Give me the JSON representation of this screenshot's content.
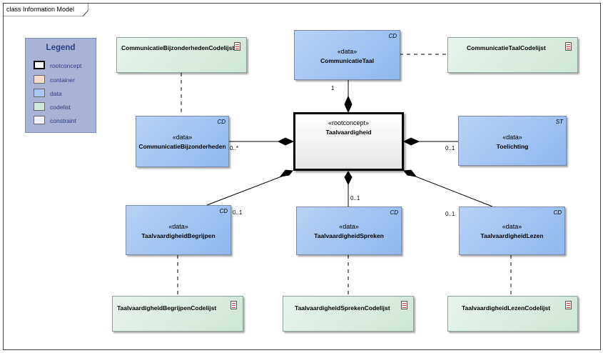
{
  "frame": {
    "title": "class Information Model"
  },
  "legend": {
    "title": "Legend",
    "items": [
      {
        "label": "rootconcept",
        "color": "#ffffff"
      },
      {
        "label": "container",
        "color": "#f5dcc8"
      },
      {
        "label": "data",
        "color": "#a6c8f2"
      },
      {
        "label": "codelist",
        "color": "#cfe8d8"
      },
      {
        "label": "constraint",
        "color": "#f2f2fa"
      }
    ]
  },
  "root": {
    "stereotype": "«rootconcept»",
    "name": "Taalvaardigheid"
  },
  "classes": {
    "communicatie_taal": {
      "stereotype": "«data»",
      "name": "CommunicatieTaal",
      "type": "CD",
      "multiplicity": "1"
    },
    "communicatie_bijzonderheden": {
      "stereotype": "«data»",
      "name": "CommunicatieBijzonderheden",
      "type": "CD",
      "multiplicity": "0..*"
    },
    "toelichting": {
      "stereotype": "«data»",
      "name": "Toelichting",
      "type": "ST",
      "multiplicity": "0..1"
    },
    "begrijpen": {
      "stereotype": "«data»",
      "name": "TaalvaardigheidBegrijpen",
      "type": "CD",
      "multiplicity": "0..1"
    },
    "spreken": {
      "stereotype": "«data»",
      "name": "TaalvaardigheidSpreken",
      "type": "CD",
      "multiplicity": "0..1"
    },
    "lezen": {
      "stereotype": "«data»",
      "name": "TaalvaardigheidLezen",
      "type": "CD",
      "multiplicity": "0..1"
    }
  },
  "codelists": {
    "bijzonderheden": "CommunicatieBijzonderhedenCodelijst",
    "taal": "CommunicatieTaalCodelijst",
    "begrijpen": "TaalvaardigheidBegrijpenCodelijst",
    "spreken": "TaalvaardigheidSprekenCodelijst",
    "lezen": "TaalvaardigheidLezenCodelijst"
  }
}
